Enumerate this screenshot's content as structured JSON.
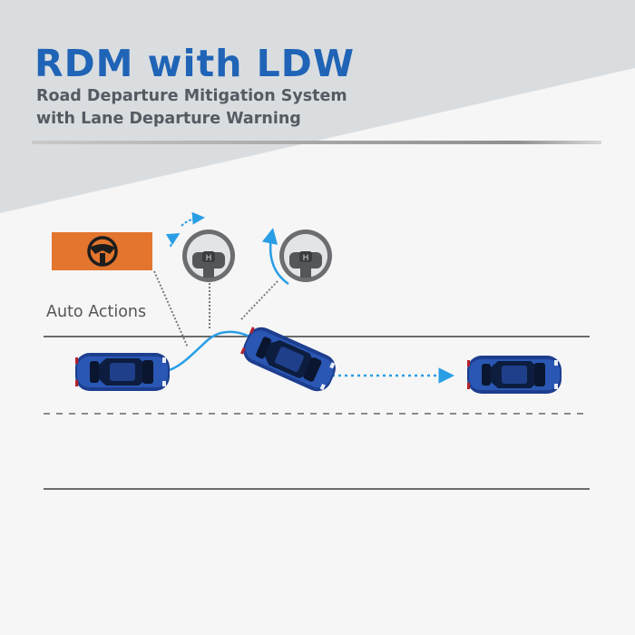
{
  "header": {
    "title": "RDM with LDW",
    "subtitle_line1": "Road Departure Mitigation System",
    "subtitle_line2": "with Lane Departure Warning"
  },
  "diagram": {
    "auto_actions_label": "Auto Actions",
    "icons": [
      "steering-warning-icon",
      "steering-wheel-icon",
      "steering-wheel-icon",
      "car-icon"
    ]
  },
  "colors": {
    "title": "#1f64b6",
    "subtitle": "#555b62",
    "warning_box": "#e3752e",
    "path": "#2a9ee5",
    "car": "#1d3e8f"
  }
}
